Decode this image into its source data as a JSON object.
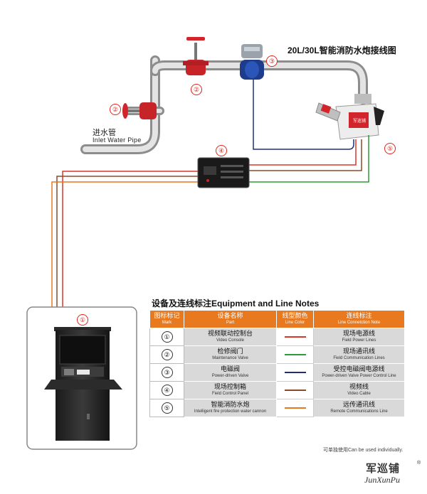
{
  "diagram_title": "20L/30L智能消防水炮接线图",
  "inlet_label_zh": "进水管",
  "inlet_label_en": "Inlet Water Pipe",
  "callouts": {
    "video_console": "①",
    "maintenance_valve_top": "②",
    "maintenance_valve_left": "②",
    "power_valve": "③",
    "control_panel": "④",
    "water_cannon": "⑤"
  },
  "cannon_brand_label": "军巡铺",
  "table": {
    "title": "设备及连线标注Equipment and Line Notes",
    "headers": [
      {
        "zh": "图标标记",
        "en": "Mark"
      },
      {
        "zh": "设备名称",
        "en": "Part"
      },
      {
        "zh": "线型颜色",
        "en": "Line Color"
      },
      {
        "zh": "连线标注",
        "en": "Line Connetction Note"
      }
    ],
    "rows": [
      {
        "mark": "①",
        "part_zh": "视频联动控制台",
        "part_en": "Video Console",
        "color": "#d9372b",
        "line_zh": "现场电源线",
        "line_en": "Field Power Lines"
      },
      {
        "mark": "②",
        "part_zh": "检修阀门",
        "part_en": "Maintenance Valve",
        "color": "#2e9b3a",
        "line_zh": "现场通讯线",
        "line_en": "Field Communication Lines"
      },
      {
        "mark": "③",
        "part_zh": "电磁阀",
        "part_en": "Power-driven Valve",
        "color": "#1f2f7a",
        "line_zh": "受控电磁阀电源线",
        "line_en": "Power-driven Valve Power Control Line"
      },
      {
        "mark": "④",
        "part_zh": "现场控制箱",
        "part_en": "Field Control Panel",
        "color": "#8b4a2b",
        "line_zh": "视频线",
        "line_en": "Video Cable"
      },
      {
        "mark": "⑤",
        "part_zh": "智能消防水炮",
        "part_en": "Intelligent fire protection water cannon",
        "color": "#e8791f",
        "line_zh": "远传通讯线",
        "line_en": "Remote Communications Line"
      }
    ]
  },
  "footnote": "可单独使用Can be used individually.",
  "brand": {
    "zh": "军巡铺",
    "en": "JunXunPu",
    "mark": "®"
  },
  "colors": {
    "accent": "#e8791f",
    "callout": "#e1251b",
    "pipe": "#cfcfcf"
  }
}
